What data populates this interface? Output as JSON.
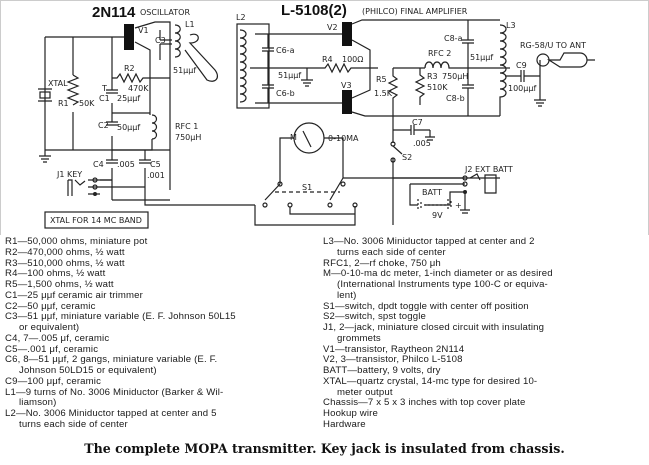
{
  "schematic": {
    "osc_title": "2N114",
    "osc_sub": "OSCILLATOR",
    "amp_title": "L-5108(2)",
    "amp_sub": "(PHILCO) FINAL AMPLIFIER",
    "v1": "V1",
    "l1": "L1",
    "c3": "C3",
    "c3_val": "51μμf",
    "r2": "R2",
    "r2_val": "470K",
    "t": "T",
    "c1": "C1",
    "c1_val": "25μμf",
    "xtal": "XTAL",
    "r1": "R1",
    "r1_val": "50K",
    "c2": "C2",
    "c2_val": "50μμf",
    "rfc1": "RFC 1",
    "rfc1_val": "750μH",
    "c4": "C4",
    "c4_val": ".005",
    "c5": "C5",
    "c5_val": ".001",
    "j1": "J1 KEY",
    "xtal_note": "XTAL FOR 14 MC BAND",
    "l2": "L2",
    "v2": "V2",
    "v3": "V3",
    "c6a": "C6-a",
    "c6b": "C6-b",
    "c6_val": "51μμf",
    "r4": "R4",
    "r4_val": "100Ω",
    "r5": "R5",
    "r5_val": "1.5K",
    "m": "M",
    "m_val": "0-10MA",
    "s1": "S1",
    "s2": "S2",
    "c7": "C7",
    "c7_val": ".005",
    "rfc2": "RFC 2",
    "rfc2_val": "750μH",
    "r3": "R3",
    "r3_val": "510K",
    "c8a": "C8-a",
    "c8b": "C8-b",
    "c8_val": "51μμf",
    "l3": "L3",
    "ant": "RG-58/U TO ANT",
    "c9": "C9",
    "c9_val": "100μμf",
    "j2": "J2  EXT BATT",
    "batt": "BATT",
    "batt_val": "9V",
    "plus": "+"
  },
  "parts_left": [
    "R1—50,000 ohms, miniature pot",
    "R2—470,000 ohms, ½ watt",
    "R3—510,000 ohms, ½ watt",
    "R4—100 ohms, ½ watt",
    "R5—1,500 ohms, ½ watt",
    "C1—25 μμf ceramic air trimmer",
    "C2—50 μμf, ceramic",
    "C3—51 μμf, miniature variable (E. F. Johnson 50L15",
    "or equivalent)",
    "C4, 7—.005 μf, ceramic",
    "C5—.001 μf, ceramic",
    "C6, 8—51 μμf, 2 gangs, miniature variable (E. F.",
    "Johnson 50LD15 or equivalent)",
    "C9—100 μμf, ceramic",
    "L1—9 turns of No. 3006 Miniductor (Barker & Wil-",
    "liamson)",
    "L2—No. 3006 Miniductor tapped at center and 5",
    "turns each side of center"
  ],
  "parts_right": [
    "L3—No. 3006 Miniductor tapped at center and 2",
    "turns each side of center",
    "RFC1, 2—rf choke, 750 μh",
    "M—0-10-ma dc meter, 1-inch diameter or as desired",
    "(International Instruments type 100-C or equiva-",
    "lent)",
    "S1—switch, dpdt toggle with center off position",
    "S2—switch, spst toggle",
    "J1, 2—jack, miniature closed circuit with insulating",
    "grommets",
    "V1—transistor, Raytheon 2N114",
    "V2, 3—transistor, Philco L-5108",
    "BATT—battery, 9 volts, dry",
    "XTAL—quartz crystal, 14-mc type for desired 10-",
    "meter output",
    "Chassis—7 x 5 x 3 inches with top cover plate",
    "Hookup wire",
    "Hardware"
  ],
  "caption": "The complete MOPA transmitter. Key jack is insulated from chassis."
}
